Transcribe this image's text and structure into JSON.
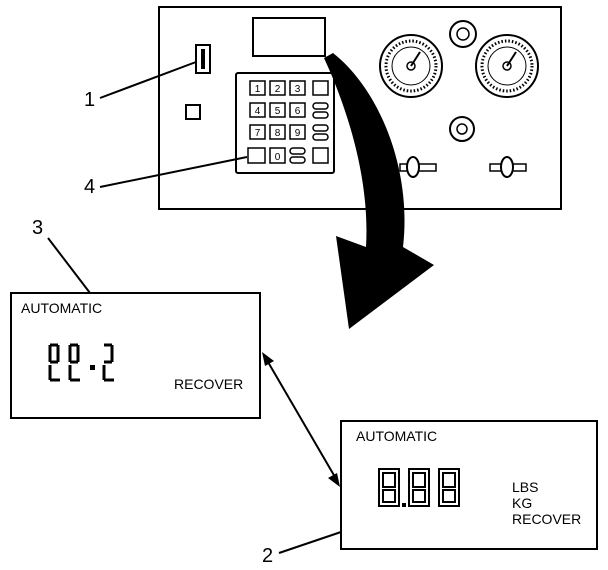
{
  "callouts": [
    "1",
    "2",
    "3",
    "4"
  ],
  "keypad": {
    "keys": [
      "1",
      "2",
      "3",
      "4",
      "5",
      "6",
      "7",
      "8",
      "9",
      "0"
    ]
  },
  "display_small": {
    "mode": "AUTOMATIC",
    "status": "RECOVER"
  },
  "display_large": {
    "mode": "AUTOMATIC",
    "unit_lbs": "LBS",
    "unit_kg": "KG",
    "status": "RECOVER"
  }
}
